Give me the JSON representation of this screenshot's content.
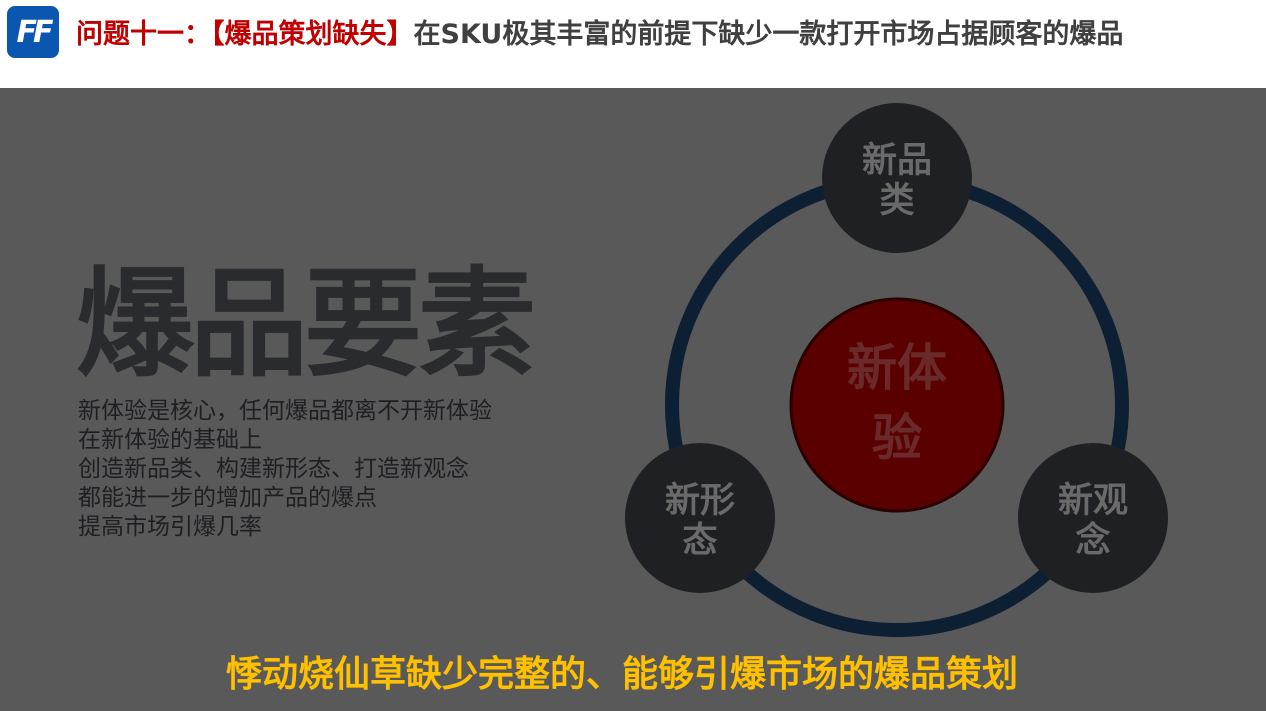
{
  "header": {
    "logo_text": "FF",
    "title_prefix": "问题十一：【爆品策划缺失】",
    "title_rest": "在SKU极其丰富的前提下缺少一款打开市场占据顾客的爆品"
  },
  "slide": {
    "heading": "爆品要素",
    "body_lines": [
      "新体验是核心，任何爆品都离不开新体验",
      "在新体验的基础上",
      "创造新品类、构建新形态、打造新观念",
      "都能进一步的增加产品的爆点",
      "提高市场引爆几率"
    ],
    "overlay": "悸动烧仙草缺少完整的、能够引爆市场的爆品策划",
    "diagram": {
      "center": [
        "新体",
        "验"
      ],
      "top": [
        "新品",
        "类"
      ],
      "left": [
        "新形",
        "态"
      ],
      "right": [
        "新观",
        "念"
      ]
    }
  },
  "colors": {
    "title_red": "#c00000",
    "overlay": "#ffc000",
    "bg": "#595959",
    "ring": "#0d1f33",
    "center": "#5a0000"
  }
}
